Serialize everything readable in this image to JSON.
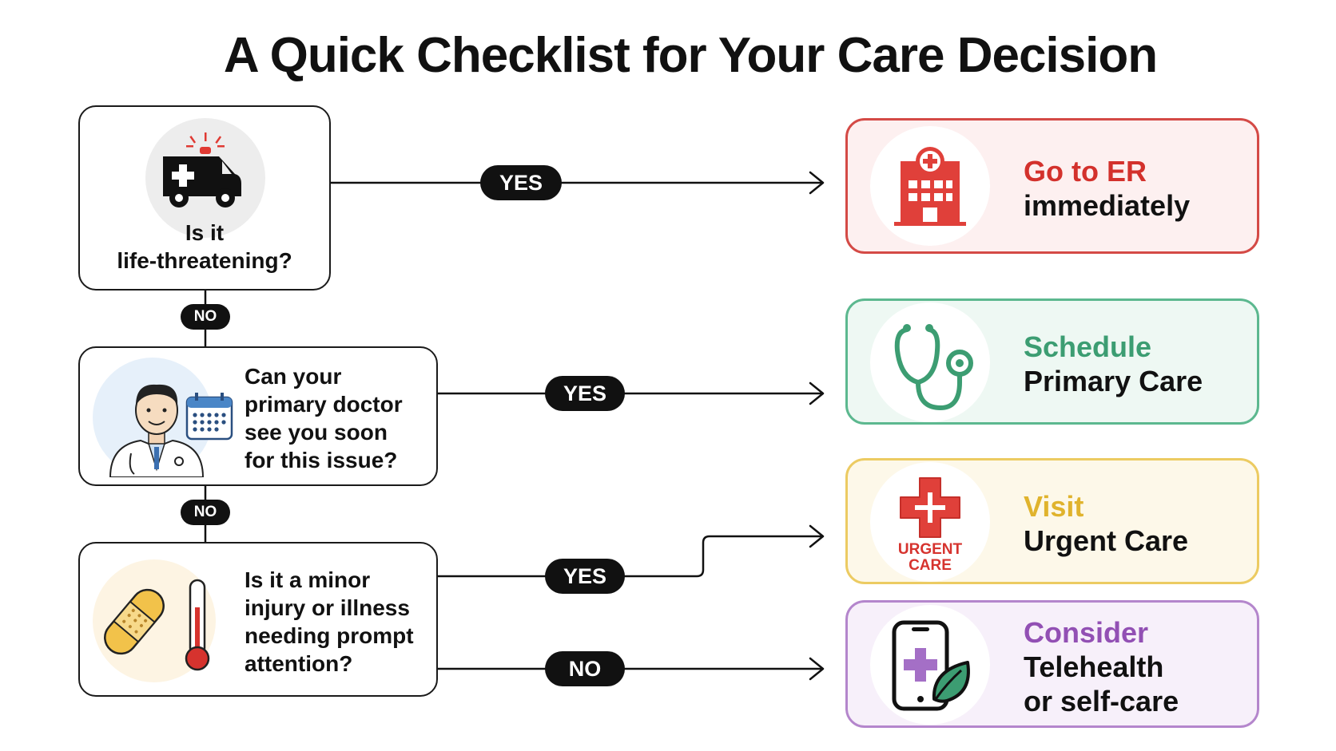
{
  "title": "A Quick Checklist for Your Care Decision",
  "questions": [
    {
      "text_lines": [
        "Is it",
        "life-threatening?"
      ],
      "icon": "ambulance-icon"
    },
    {
      "text_lines": [
        "Can your",
        "primary doctor",
        "see you soon",
        "for this issue?"
      ],
      "icon": "doctor-calendar-icon"
    },
    {
      "text_lines": [
        "Is it a minor",
        "injury or illness",
        "needing prompt",
        "attention?"
      ],
      "icon": "bandage-thermometer-icon"
    }
  ],
  "labels": {
    "yes": "YES",
    "no": "NO"
  },
  "outcomes": [
    {
      "line1": "Go to ER",
      "line2": "immediately",
      "color": "#d3312c",
      "bg": "#fdf0f0",
      "border": "#d44a46",
      "icon": "hospital-icon"
    },
    {
      "line1": "Schedule",
      "line2": "Primary Care",
      "color": "#3c9d72",
      "bg": "#eef8f3",
      "border": "#5cb88f",
      "icon": "stethoscope-icon"
    },
    {
      "line1": "Visit",
      "line2": "Urgent Care",
      "color": "#e0b32d",
      "bg": "#fdf8e9",
      "border": "#eccb62",
      "icon": "urgent-care-cross-icon",
      "icon_label_lines": [
        "URGENT",
        "CARE"
      ]
    },
    {
      "line1": "Consider",
      "line2": "Telehealth",
      "line3": "or self-care",
      "color": "#9250b4",
      "bg": "#f7f0fa",
      "border": "#b486cc",
      "icon": "phone-leaf-icon"
    }
  ]
}
